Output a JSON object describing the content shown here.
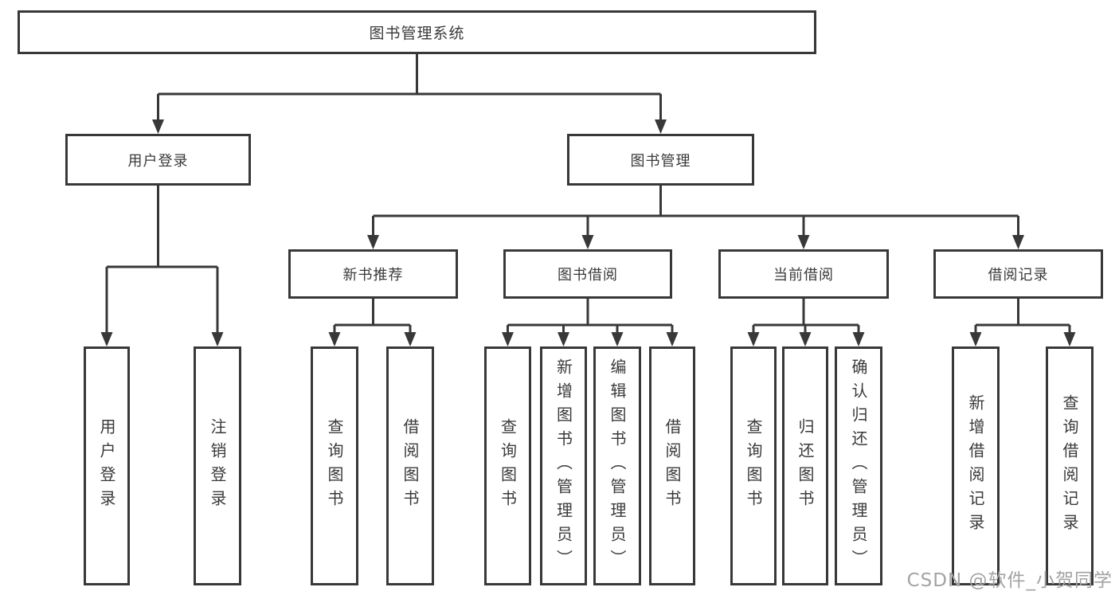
{
  "tree": {
    "label": "图书管理系统",
    "children": [
      {
        "label": "用户登录",
        "children": [
          {
            "label": "用户登录"
          },
          {
            "label": "注销登录"
          }
        ]
      },
      {
        "label": "图书管理",
        "children": [
          {
            "label": "新书推荐",
            "children": [
              {
                "label": "查询图书"
              },
              {
                "label": "借阅图书"
              }
            ]
          },
          {
            "label": "图书借阅",
            "children": [
              {
                "label": "查询图书"
              },
              {
                "label": "新增图书（管理员）"
              },
              {
                "label": "编辑图书（管理员）"
              },
              {
                "label": "借阅图书"
              }
            ]
          },
          {
            "label": "当前借阅",
            "children": [
              {
                "label": "查询图书"
              },
              {
                "label": "归还图书"
              },
              {
                "label": "确认归还（管理员）"
              }
            ]
          },
          {
            "label": "借阅记录",
            "children": [
              {
                "label": "新增借阅记录"
              },
              {
                "label": "查询借阅记录"
              }
            ]
          }
        ]
      }
    ]
  },
  "watermark": {
    "text": "CSDN @软件_小贺同学"
  },
  "colors": {
    "line": "#383838",
    "box_border": "#383838",
    "text": "#3a3a3a",
    "background": "#ffffff",
    "watermark": "#a3a3a3"
  }
}
